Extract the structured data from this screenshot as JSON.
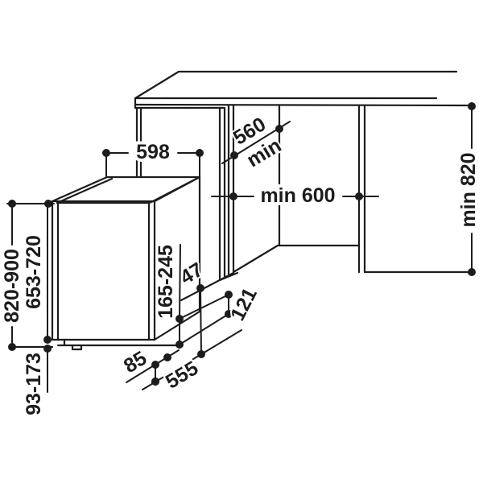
{
  "diagram": {
    "labels": {
      "appliance_width": "598",
      "niche_depth": "560",
      "niche_depth_qualifier": "min",
      "niche_width": "min 600",
      "niche_height": "min 820",
      "overall_height": "820-900",
      "door_panel_height": "653-720",
      "plinth_height": "93-173",
      "connection_zone_height": "165-245",
      "offset_47": "47",
      "offset_121": "121",
      "offset_85": "85",
      "connection_depth": "555"
    },
    "colors": {
      "line": "#1c1c1c",
      "background": "#ffffff"
    }
  }
}
